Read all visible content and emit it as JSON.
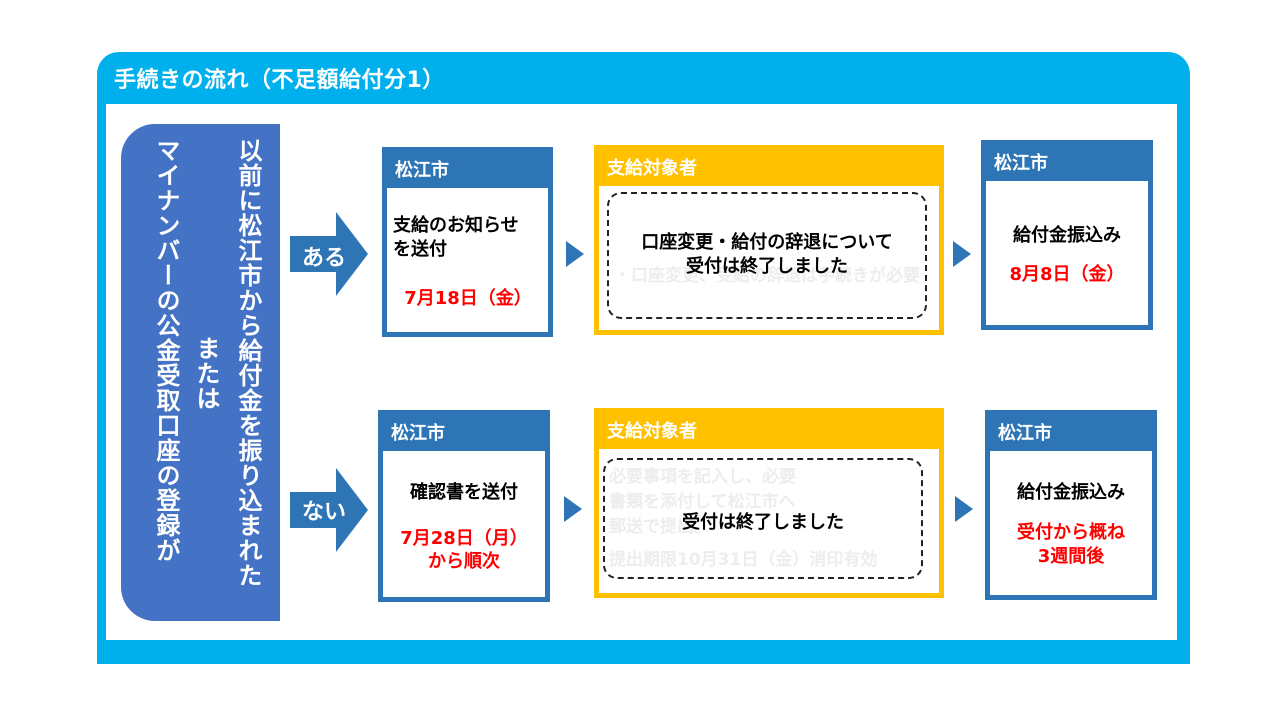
{
  "title": "手続きの流れ（不足額給付分1）",
  "left_panel": {
    "line1": "以前に松江市から給付金を振り込まれた",
    "line2": "または",
    "line3": "マイナンバーの公金受取口座の登録が"
  },
  "rows": [
    {
      "arrow_label": "ある",
      "city_box": {
        "header": "松江市",
        "text": "支給のお知らせを送付",
        "text_line1": "支給のお知らせ",
        "text_line2": "を送付",
        "date": "7月18日（金）"
      },
      "target_box": {
        "header": "支給対象者",
        "line1": "口座変更・給付の辞退について",
        "line2": "受付は終了しました",
        "ghost": [
          "・口座変更、受給の辞退は手続きが必要"
        ]
      },
      "payment_box": {
        "header": "松江市",
        "text": "給付金振込み",
        "date": "8月8日（金）"
      }
    },
    {
      "arrow_label": "ない",
      "city_box": {
        "header": "松江市",
        "text": "確認書を送付",
        "date_line1": "7月28日（月）",
        "date_line2": "から順次"
      },
      "target_box": {
        "header": "支給対象者",
        "line1": "受付は終了しました",
        "ghost": [
          "必要事項を記入し、必要",
          "書類を添付して松江市へ",
          "郵送で提出。",
          "提出期限10月31日（金）消印有効"
        ]
      },
      "payment_box": {
        "header": "松江市",
        "text": "給付金振込み",
        "date_line1": "受付から概ね",
        "date_line2": "3週間後"
      }
    }
  ],
  "colors": {
    "frame": "#00b0ec",
    "panel": "#4472c4",
    "city": "#2e75b6",
    "target": "#ffc000",
    "date": "#ff0000"
  }
}
